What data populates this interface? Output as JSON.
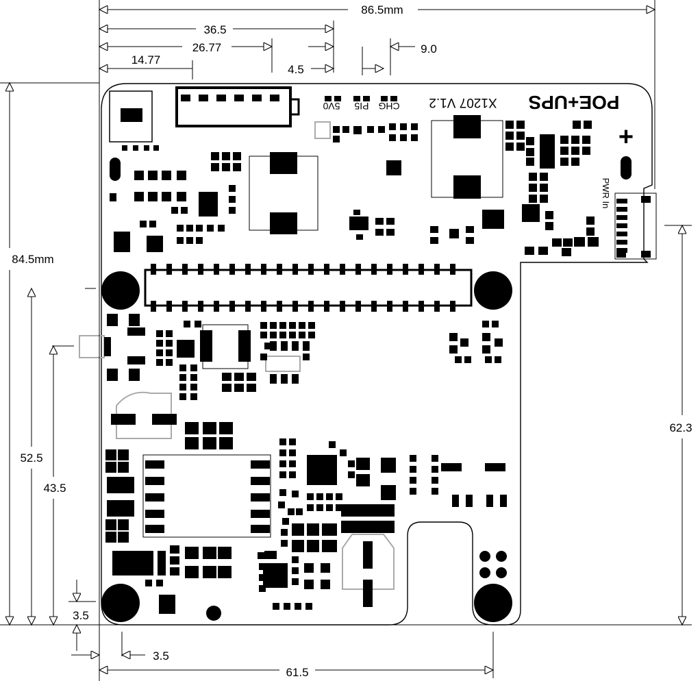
{
  "board": {
    "brand": "POE+UPS",
    "version_text": "X1207 V1.2",
    "led_labels": [
      "CHG",
      "PI5",
      "5V0"
    ],
    "power_label": "PWR In",
    "plus_symbol": "+"
  },
  "dimensions": {
    "total_width": "86.5mm",
    "d36_5": "36.5",
    "d26_77": "26.77",
    "d14_77": "14.77",
    "d4_5": "4.5",
    "d9_0": "9.0",
    "total_height": "84.5mm",
    "d52_5": "52.5",
    "d43_5": "43.5",
    "d3_5_v": "3.5",
    "d3_5_h": "3.5",
    "d61_5": "61.5",
    "d62_3": "62.3"
  }
}
